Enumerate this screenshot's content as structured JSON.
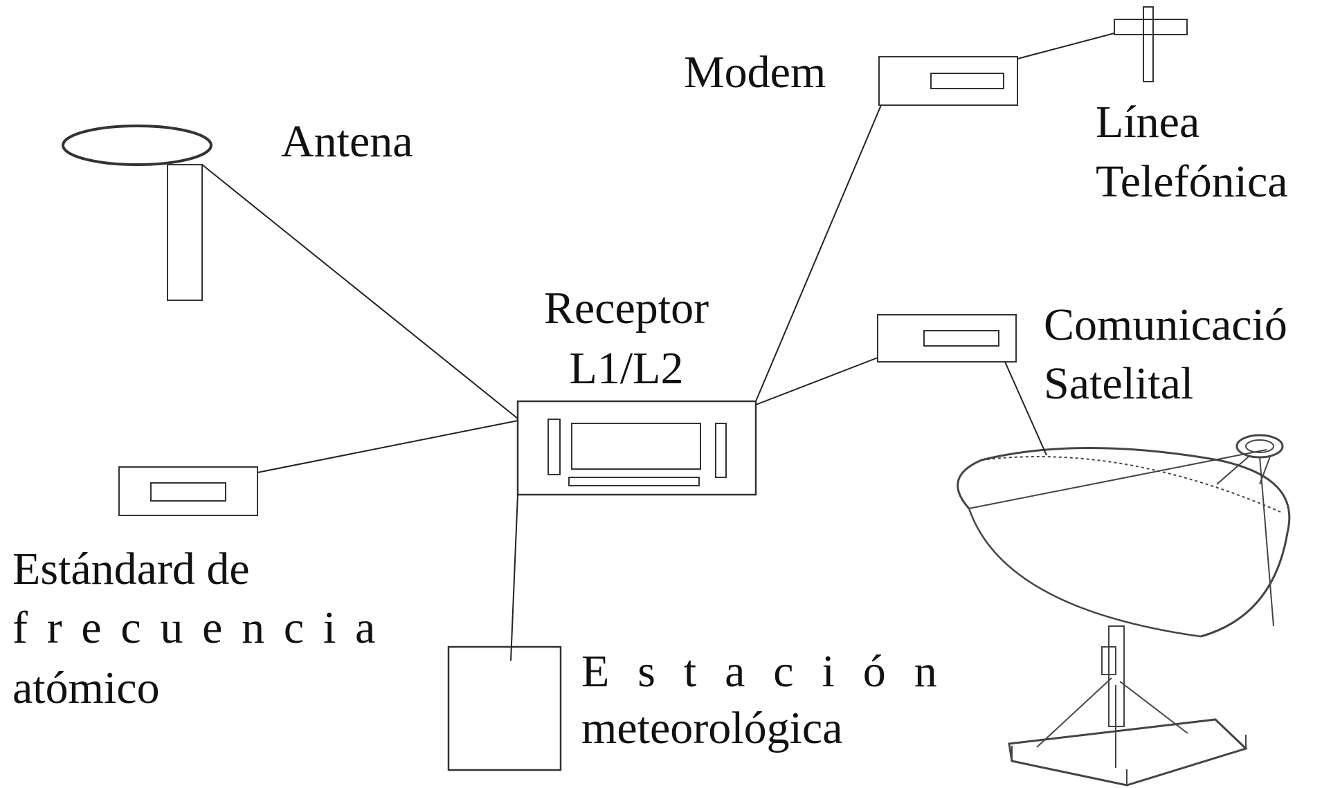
{
  "diagram": {
    "labels": {
      "antena": "Antena",
      "modem": "Modem",
      "linea_line1": "Línea",
      "linea_line2": "Telefónica",
      "receptor_line1": "Receptor",
      "receptor_line2": "L1/L2",
      "comunicacion_line1": "Comunicació",
      "comunicacion_line2": "Satelital",
      "estandar_line1": "Estándard de",
      "estandar_line2": "frecuencia",
      "estandar_line3": "atómico",
      "estacion_line1": "Estación",
      "estacion_line2": "meteorológica"
    },
    "colors": {
      "line": "#222222",
      "box": "#444444",
      "background": "#ffffff"
    }
  }
}
